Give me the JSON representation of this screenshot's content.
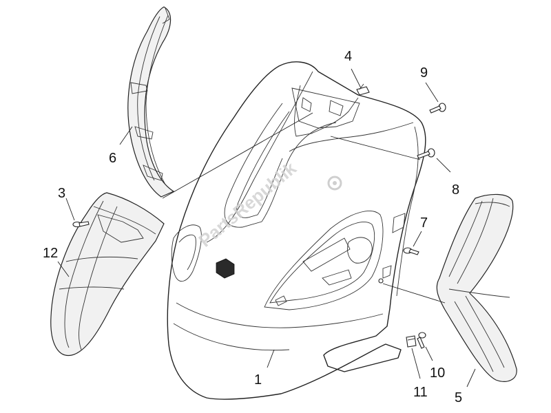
{
  "watermark": {
    "text": "PartsRepublik"
  },
  "callouts": [
    {
      "id": "1",
      "label": "1"
    },
    {
      "id": "2",
      "label": "3"
    },
    {
      "id": "3",
      "label": "4"
    },
    {
      "id": "4",
      "label": "5"
    },
    {
      "id": "5",
      "label": "6"
    },
    {
      "id": "6",
      "label": "7"
    },
    {
      "id": "7",
      "label": "8"
    },
    {
      "id": "8",
      "label": "9"
    },
    {
      "id": "9",
      "label": "10"
    },
    {
      "id": "10",
      "label": "11"
    },
    {
      "id": "11",
      "label": "12"
    }
  ]
}
